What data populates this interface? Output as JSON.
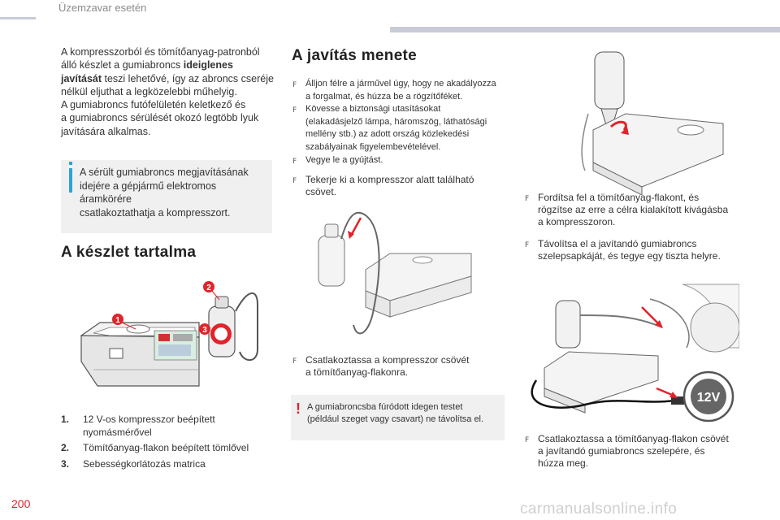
{
  "header": {
    "section_title": "Üzemzavar esetén"
  },
  "intro": {
    "line1": "A kompresszorból és tömítőanyag-patronból",
    "line2a": "álló készlet a gumiabroncs ",
    "line2b": "ideiglenes",
    "line3a": "javítását",
    "line3b": " teszi lehetővé, így az abroncs cseréje",
    "line4": "nélkül eljuthat a legközelebbi műhelyig.",
    "line5": "A gumiabroncs futófelületén keletkező és",
    "line6": "a gumiabroncs sérülését okozó legtöbb lyuk",
    "line7": "javítására alkalmas."
  },
  "info_note": {
    "line1": "A sérült gumiabroncs megjavításának",
    "line2": "idejére a gépjármű elektromos áramkörére",
    "line3": "csatlakoztathatja a kompresszort."
  },
  "kit": {
    "heading": "A készlet tartalma",
    "callouts": [
      "1",
      "2",
      "3"
    ],
    "items": [
      {
        "num": "1.",
        "line1": "12 V-os kompresszor beépített",
        "line2": "nyomásmérővel"
      },
      {
        "num": "2.",
        "line1": "Tömítőanyag-flakon beépített tömlővel",
        "line2": ""
      },
      {
        "num": "3.",
        "line1": "Sebességkorlátozás matrica",
        "line2": ""
      }
    ]
  },
  "repair": {
    "heading": "A javítás menete",
    "bullet_symbol": "F",
    "steps_a": [
      "Álljon félre a járművel úgy, hogy ne akadályozza",
      "a forgalmat, és húzza be a rögzítőféket.",
      "Kövesse a biztonsági utasításokat",
      "(elakadásjelző lámpa, háromszög, láthatósági",
      "mellény stb.) az adott ország közlekedési",
      "szabályainak figyelembevételével.",
      "Vegye le a gyújtást."
    ],
    "step_b": {
      "line1": "Tekerje ki a kompresszor alatt található",
      "line2": "csövet."
    },
    "step_c": {
      "line1": "Csatlakoztassa a kompresszor csövét",
      "line2": "a tömítőanyag-flakonra."
    },
    "warning": {
      "mark": "!",
      "line1": "A gumiabroncsba fúródott idegen testet",
      "line2": "(például szeget vagy csavart) ne távolítsa el."
    },
    "step_d": {
      "line1": "Fordítsa fel a tömítőanyag-flakont, és",
      "line2": "rögzítse az erre a célra kialakított kivágásba",
      "line3": "a kompresszoron."
    },
    "step_e": {
      "line1": "Távolítsa el a javítandó gumiabroncs",
      "line2": "szelepsapkáját, és tegye egy tiszta helyre."
    },
    "step_f": {
      "line1": "Csatlakoztassa a tömítőanyag-flakon csövét",
      "line2": "a javítandó gumiabroncs szelepére, és",
      "line3": "húzza meg."
    },
    "socket_label": "12V"
  },
  "footer": {
    "page_number": "200",
    "watermark": "carmanualsonline.info"
  },
  "colors": {
    "accent_red": "#e2232b",
    "info_blue": "#2ea3d6",
    "header_bar": "#c9ccd6"
  }
}
